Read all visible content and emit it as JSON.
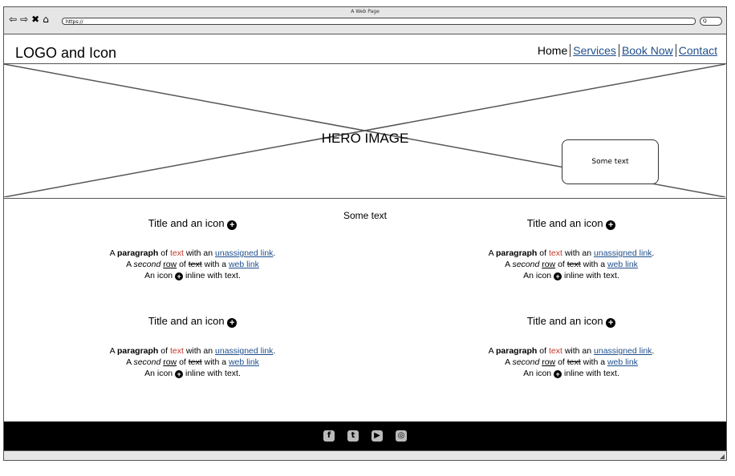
{
  "browser": {
    "window_title": "A Web Page",
    "url": "https://",
    "search_glyph": "Q",
    "nav_icons": [
      "back-arrow-icon",
      "forward-arrow-icon",
      "close-x-icon",
      "home-icon"
    ]
  },
  "header": {
    "logo_text": "LOGO  and Icon",
    "nav": [
      "Home",
      "Services",
      "Book Now",
      "Contact"
    ]
  },
  "hero": {
    "label": "HERO IMAGE",
    "box_text": "Some text"
  },
  "section": {
    "center_text": "Some text"
  },
  "feature": {
    "title": "Title  and an icon",
    "p_a": "A",
    "p_bold": "paragraph",
    "p_of": "of",
    "p_red": "text",
    "p_with_an": "with an",
    "p_link1": "unassigned link",
    "p_dot": ".",
    "l2_a": "A",
    "l2_second": "second",
    "l2_row": "row",
    "l2_of": "of",
    "l2_strike": "text",
    "l2_with_a": "with a",
    "l2_link": "web link",
    "l3_an_icon": "An icon",
    "l3_inline": "inline with text."
  },
  "footer": {
    "social": [
      {
        "icon": "facebook-icon",
        "glyph": "f"
      },
      {
        "icon": "twitter-icon",
        "glyph": "t"
      },
      {
        "icon": "youtube-icon",
        "glyph": "▶"
      },
      {
        "icon": "instagram-icon",
        "glyph": "◎"
      }
    ]
  }
}
